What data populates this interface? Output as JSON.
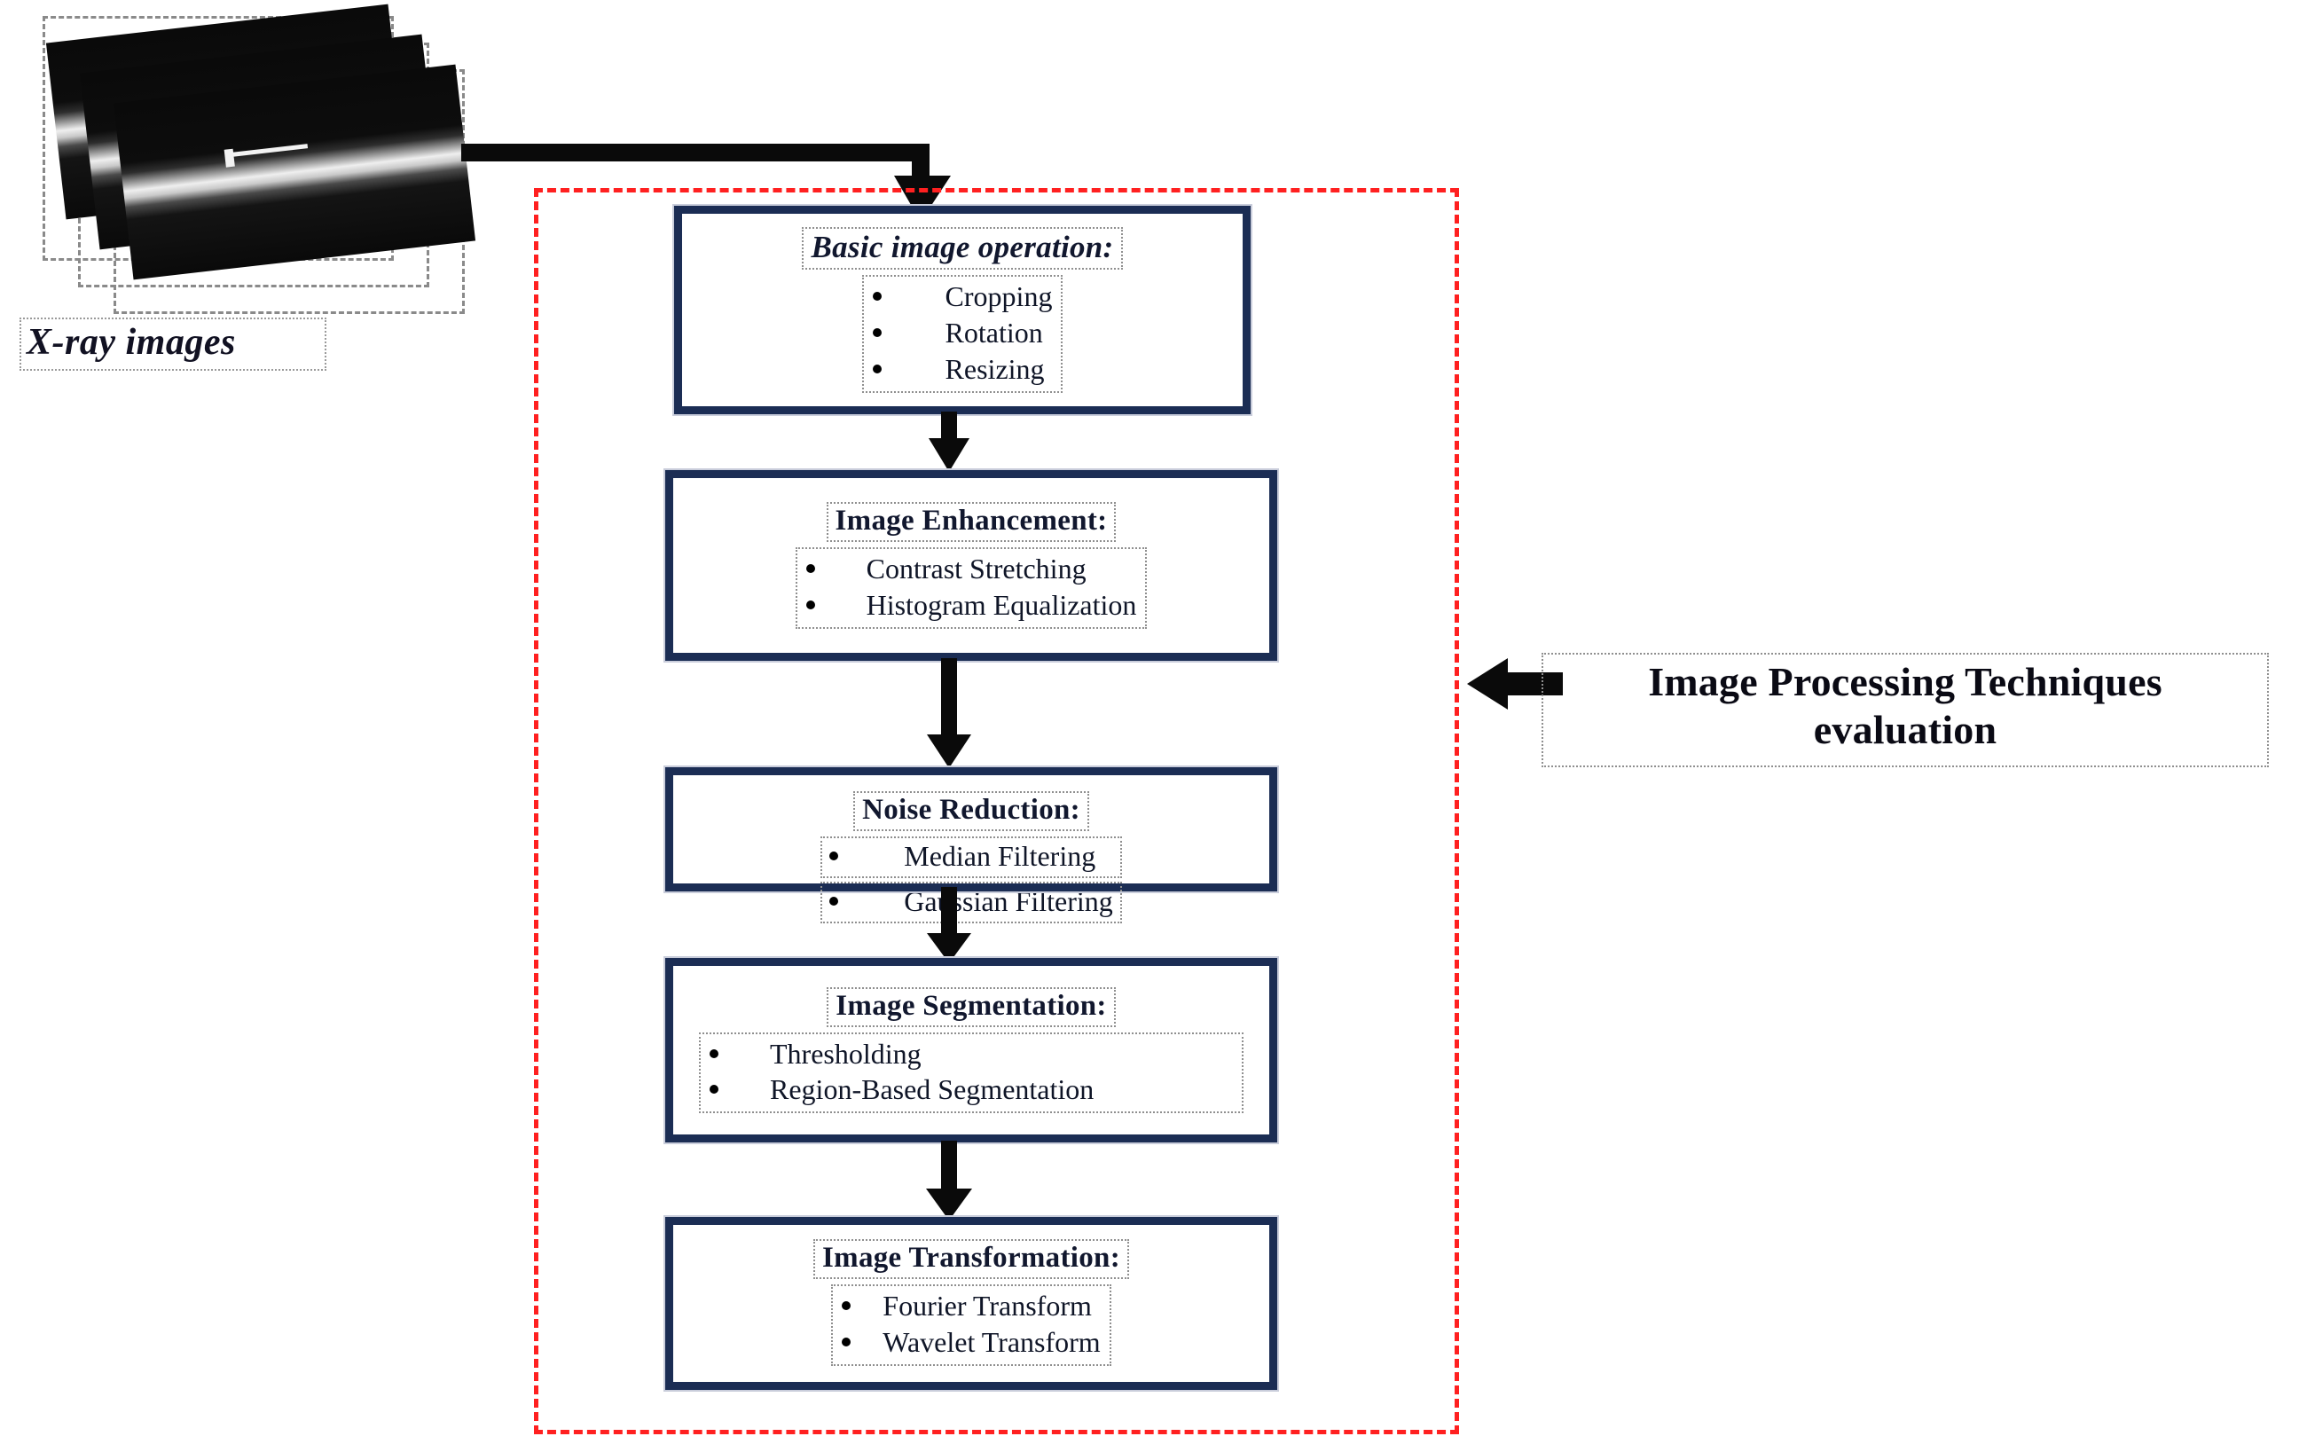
{
  "source": {
    "label": "X-ray images",
    "plate_count": 3
  },
  "evaluation": {
    "annotation_line1": "Image Processing Techniques",
    "annotation_line2": "evaluation",
    "region_color": "#ff2020",
    "arrow_direction": "left"
  },
  "pipeline": {
    "box_border_color": "#1b2d54",
    "steps": [
      {
        "title": "Basic image operation:",
        "title_style": "bold-italic",
        "items": [
          "Cropping",
          "Rotation",
          "Resizing"
        ],
        "items_boxed": "single"
      },
      {
        "title": "Image Enhancement:",
        "title_style": "bold",
        "items": [
          "Contrast Stretching",
          "Histogram Equalization"
        ],
        "items_boxed": "single"
      },
      {
        "title": "Noise Reduction:",
        "title_style": "bold",
        "items": [
          "Median Filtering",
          "Gaussian Filtering"
        ],
        "items_boxed": "split"
      },
      {
        "title": "Image Segmentation:",
        "title_style": "bold",
        "items": [
          "Thresholding",
          "Region-Based Segmentation"
        ],
        "items_boxed": "single"
      },
      {
        "title": "Image Transformation:",
        "title_style": "bold",
        "items": [
          "Fourier Transform",
          "Wavelet Transform"
        ],
        "items_boxed": "single"
      }
    ]
  }
}
